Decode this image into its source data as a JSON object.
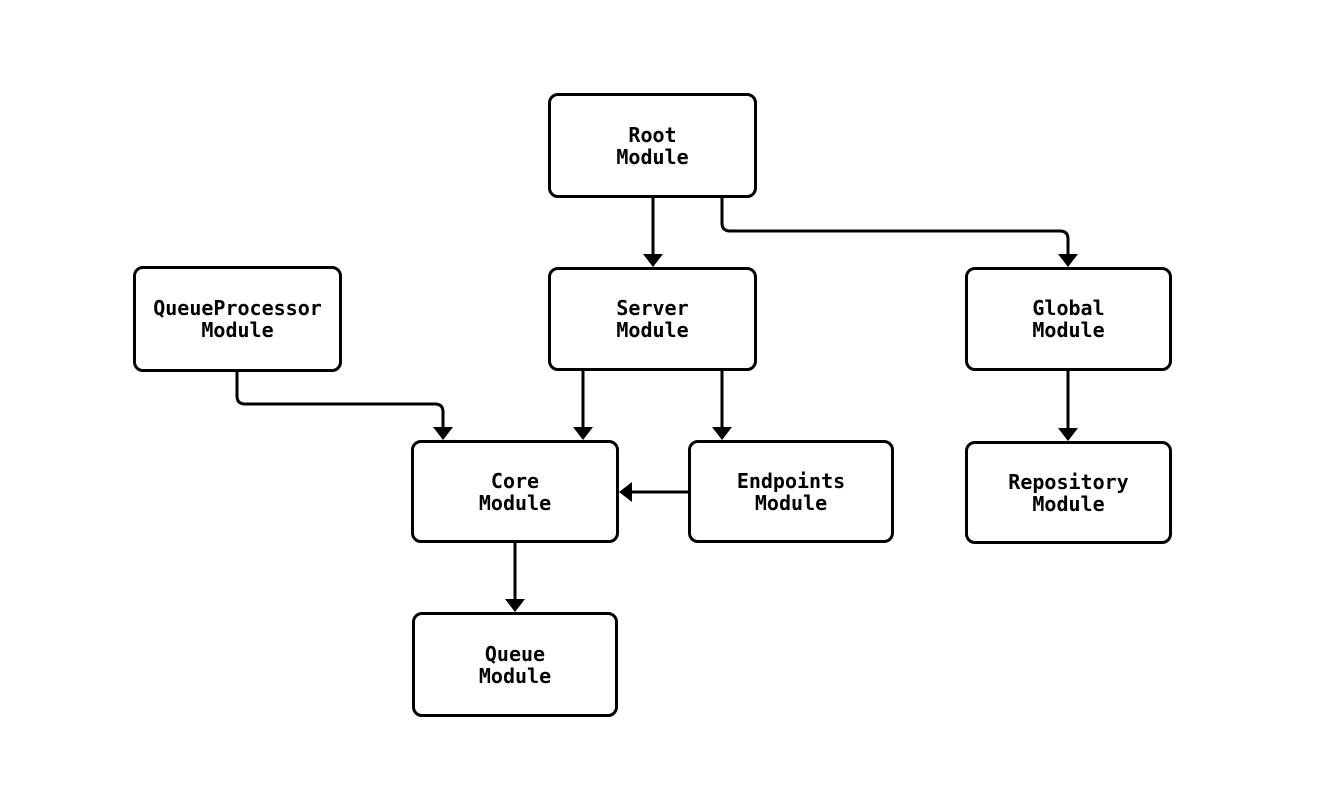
{
  "diagram": {
    "type": "flowchart",
    "direction": "top-down",
    "background_color": "#ffffff",
    "stroke_color": "#000000",
    "text_color": "#000000",
    "node_fill_color": "#ffffff",
    "nodes": [
      {
        "id": "root",
        "label": "Root\nModule"
      },
      {
        "id": "queueprocessor",
        "label": "QueueProcessor\nModule"
      },
      {
        "id": "server",
        "label": "Server\nModule"
      },
      {
        "id": "global",
        "label": "Global\nModule"
      },
      {
        "id": "core",
        "label": "Core\nModule"
      },
      {
        "id": "endpoints",
        "label": "Endpoints\nModule"
      },
      {
        "id": "repository",
        "label": "Repository\nModule"
      },
      {
        "id": "queue",
        "label": "Queue\nModule"
      }
    ],
    "edges": [
      {
        "from": "root",
        "to": "server"
      },
      {
        "from": "root",
        "to": "global"
      },
      {
        "from": "queueprocessor",
        "to": "core"
      },
      {
        "from": "server",
        "to": "core"
      },
      {
        "from": "server",
        "to": "endpoints"
      },
      {
        "from": "global",
        "to": "repository"
      },
      {
        "from": "endpoints",
        "to": "core"
      },
      {
        "from": "core",
        "to": "queue"
      }
    ]
  }
}
